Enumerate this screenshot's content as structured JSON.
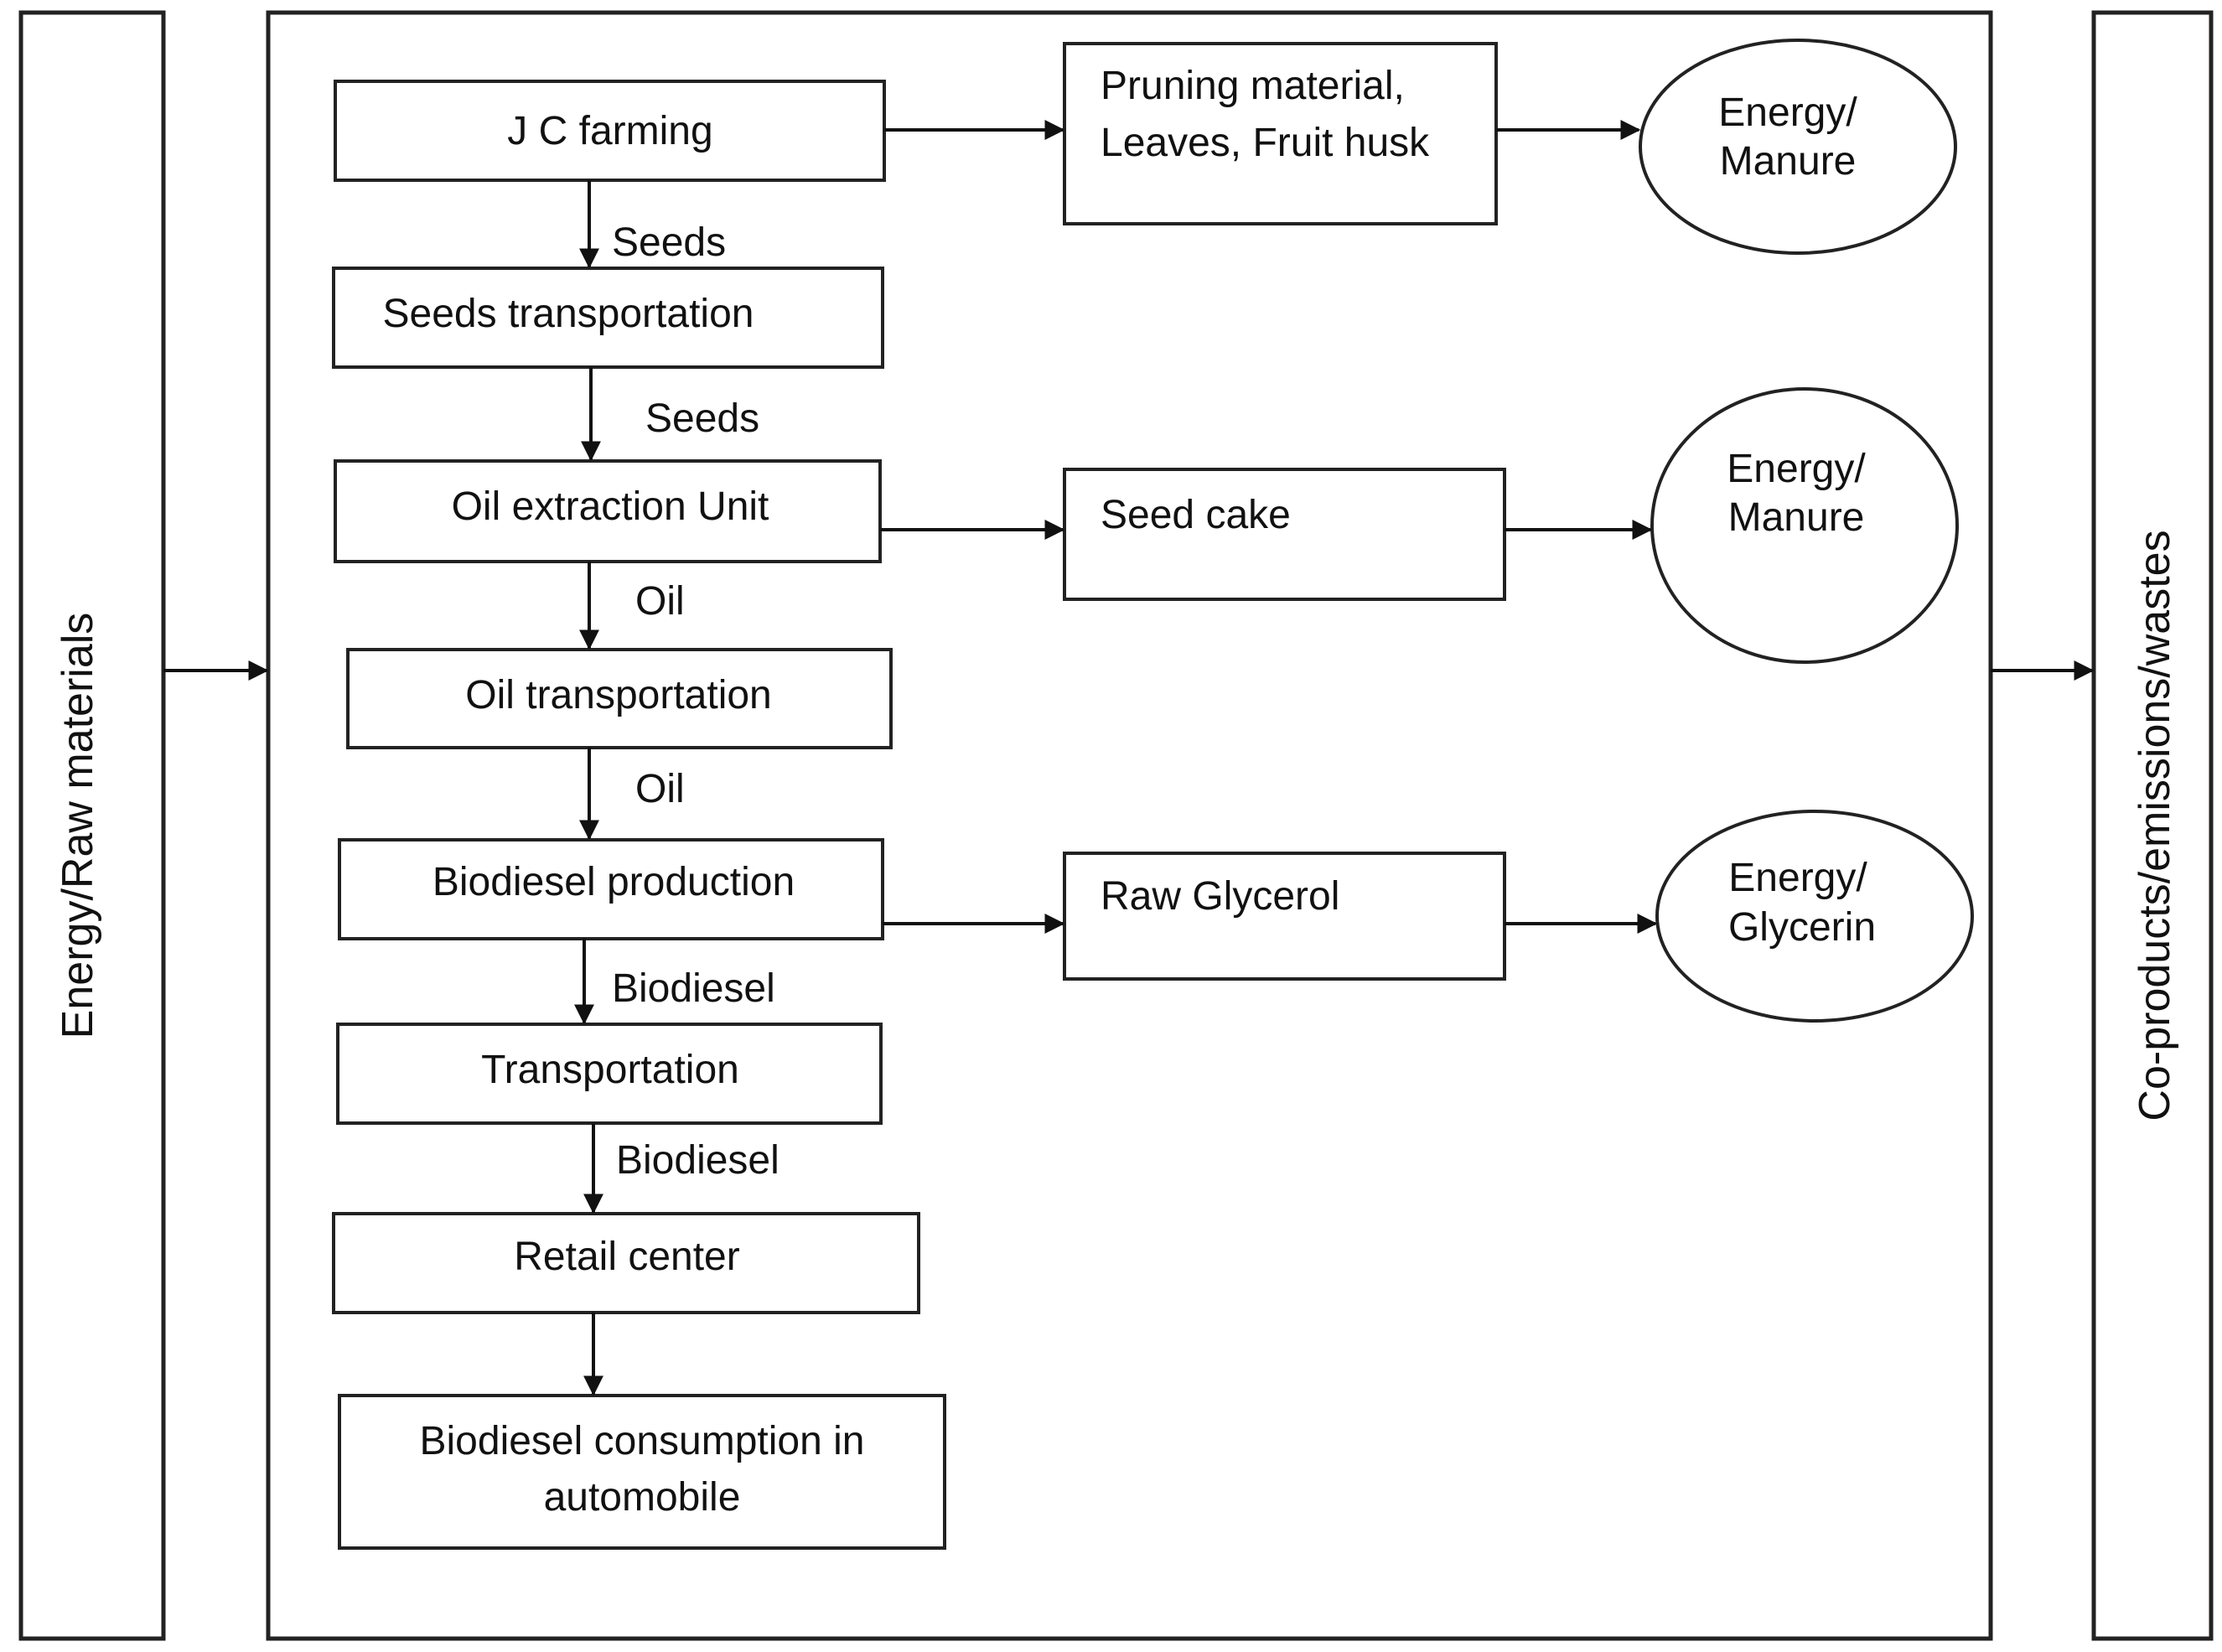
{
  "side": {
    "left": "Energy/Raw materials",
    "right": "Co-products/emissions/wastes"
  },
  "nodes": {
    "jc_farming": "J C farming",
    "seeds_transportation": "Seeds transportation",
    "oil_extraction": "Oil extraction Unit",
    "oil_transportation": "Oil transportation",
    "biodiesel_production": "Biodiesel production",
    "transportation": "Transportation",
    "retail_center": "Retail center",
    "consumption": [
      "Biodiesel consumption in",
      "automobile"
    ],
    "pruning": [
      "Pruning material,",
      "Leaves, Fruit husk"
    ],
    "seed_cake": "Seed cake",
    "raw_glycerol": "Raw Glycerol",
    "energy_manure_1": [
      "Energy/",
      "Manure"
    ],
    "energy_manure_2": [
      "Energy/",
      "Manure"
    ],
    "energy_glycerin": [
      "Energy/",
      "Glycerin"
    ]
  },
  "edge_labels": {
    "seeds_1": "Seeds",
    "seeds_2": "Seeds",
    "oil_1": "Oil",
    "oil_2": "Oil",
    "biodiesel_1": "Biodiesel",
    "biodiesel_2": "Biodiesel"
  }
}
